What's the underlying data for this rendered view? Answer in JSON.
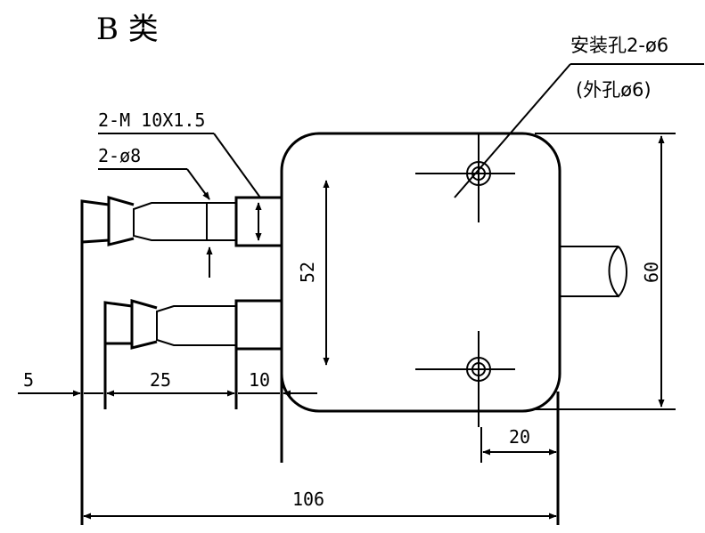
{
  "title": "B 类",
  "labels": {
    "mount_holes": "安装孔2-ø6",
    "outer_hole": "(外孔ø6)",
    "thread": "2-M 10X1.5",
    "port_dia": "2-ø8"
  },
  "dimensions": {
    "d5": "5",
    "d25": "25",
    "d10": "10",
    "d52": "52",
    "d60": "60",
    "d20": "20",
    "d106": "106"
  }
}
